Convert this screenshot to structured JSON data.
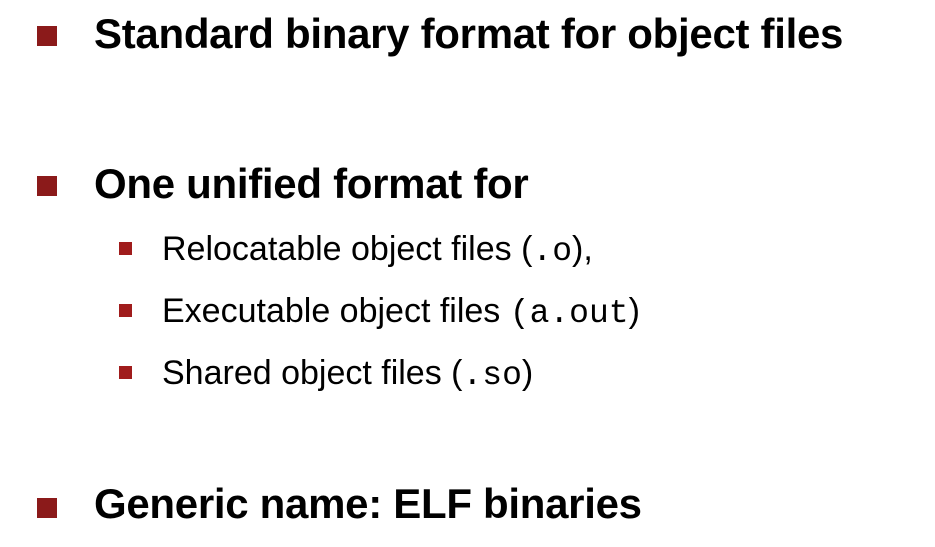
{
  "colors": {
    "primary_bullet": "#8b1a1a",
    "secondary_bullet": "#a01c1c",
    "text": "#000000"
  },
  "bullets": [
    {
      "text": "Standard binary format for object files"
    },
    {
      "text": "One unified format for",
      "sub_items": [
        {
          "prefix": "Relocatable object files (",
          "code": ".o",
          "suffix": "),",
          "code_leading": false
        },
        {
          "prefix": "Executable object files ",
          "code": "(a.out",
          "suffix": ")"
        },
        {
          "prefix": "Shared object files (",
          "code": ".so",
          "suffix": ")"
        }
      ]
    },
    {
      "text": "Generic name: ELF binaries"
    }
  ]
}
